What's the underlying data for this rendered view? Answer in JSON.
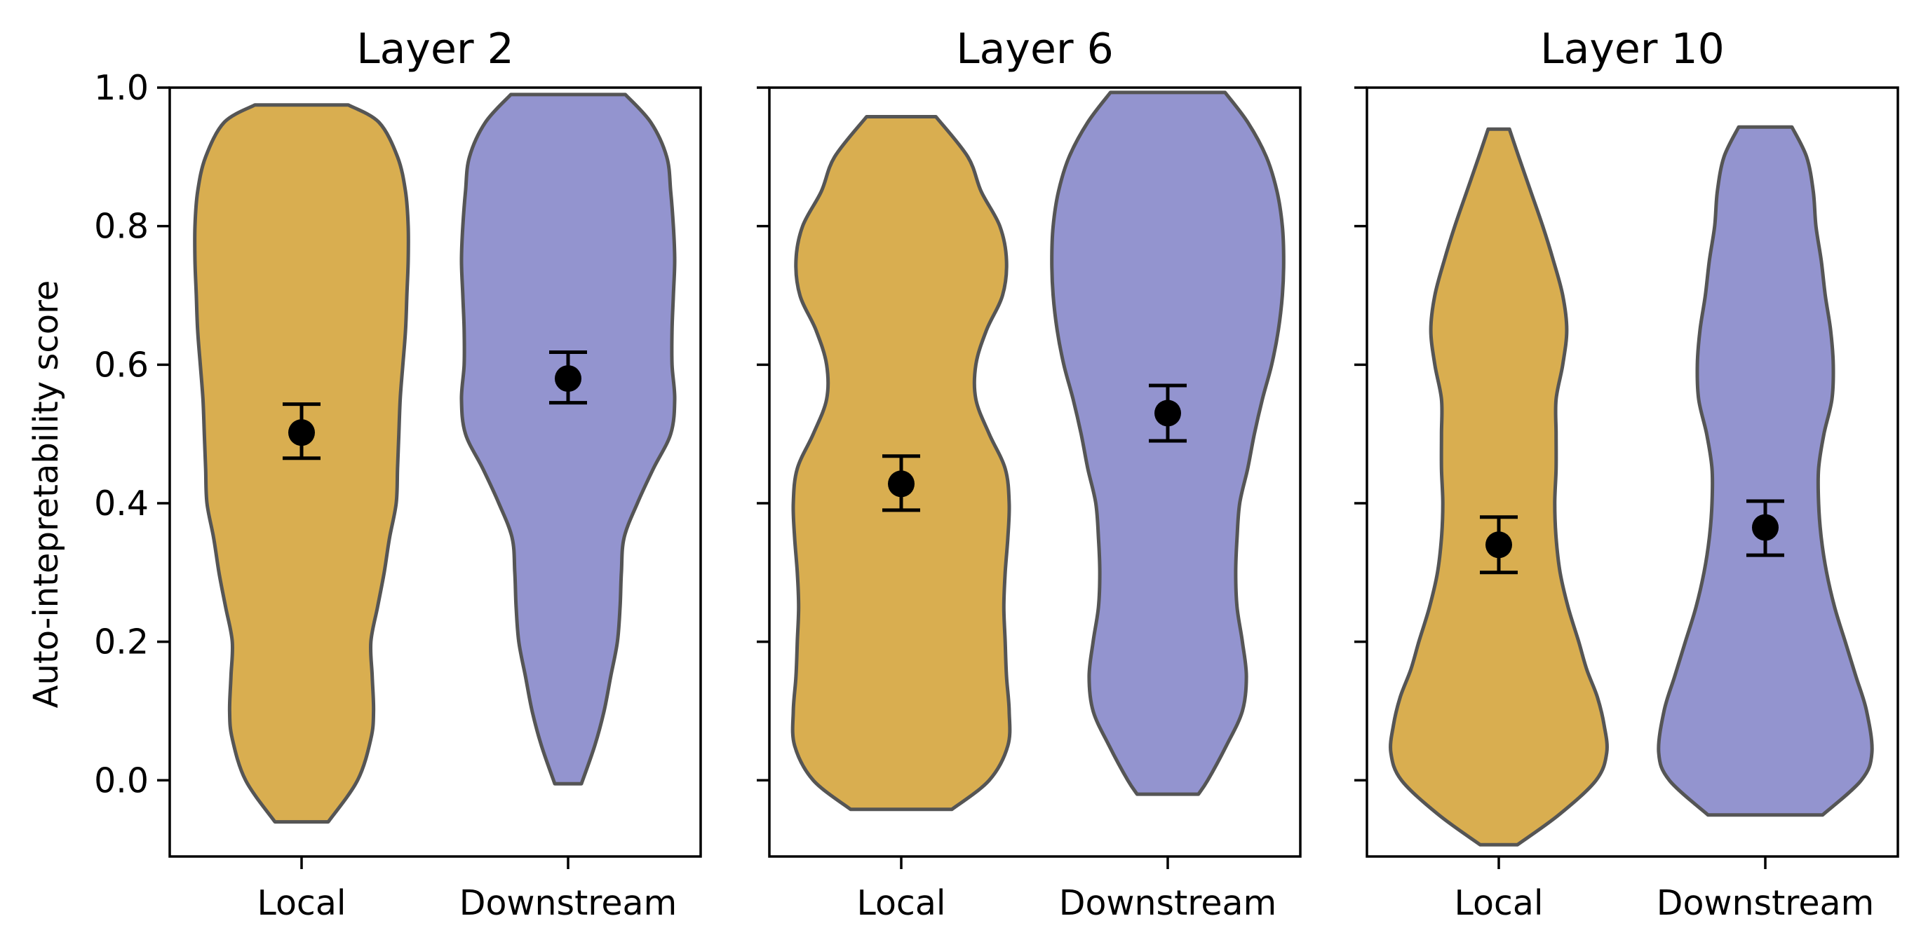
{
  "chart_data": {
    "type": "violin",
    "ylabel": "Auto-intepretability score",
    "ylim": [
      -0.11,
      1.0
    ],
    "yticks": [
      0.0,
      0.2,
      0.4,
      0.6,
      0.8,
      1.0
    ],
    "ytick_labels": [
      "0.0",
      "0.2",
      "0.4",
      "0.6",
      "0.8",
      "1.0"
    ],
    "categories": [
      "Local",
      "Downstream"
    ],
    "colors": {
      "Local": "#d9ae50",
      "Downstream": "#9394cf"
    },
    "grid": false,
    "panels": [
      {
        "title": "Layer 2",
        "violins": [
          {
            "category": "Local",
            "mean": 0.502,
            "ci_low": 0.465,
            "ci_high": 0.543,
            "min": -0.06,
            "max": 0.975,
            "width_profile": [
              [
                -0.06,
                0.2
              ],
              [
                0.0,
                0.42
              ],
              [
                0.06,
                0.52
              ],
              [
                0.1,
                0.54
              ],
              [
                0.15,
                0.53
              ],
              [
                0.2,
                0.52
              ],
              [
                0.25,
                0.57
              ],
              [
                0.3,
                0.62
              ],
              [
                0.35,
                0.66
              ],
              [
                0.4,
                0.71
              ],
              [
                0.45,
                0.72
              ],
              [
                0.5,
                0.73
              ],
              [
                0.55,
                0.74
              ],
              [
                0.6,
                0.76
              ],
              [
                0.65,
                0.78
              ],
              [
                0.7,
                0.79
              ],
              [
                0.75,
                0.8
              ],
              [
                0.8,
                0.8
              ],
              [
                0.85,
                0.78
              ],
              [
                0.9,
                0.72
              ],
              [
                0.95,
                0.58
              ],
              [
                0.975,
                0.35
              ]
            ]
          },
          {
            "category": "Downstream",
            "mean": 0.58,
            "ci_low": 0.545,
            "ci_high": 0.618,
            "min": -0.005,
            "max": 0.99,
            "width_profile": [
              [
                -0.005,
                0.1
              ],
              [
                0.05,
                0.2
              ],
              [
                0.1,
                0.27
              ],
              [
                0.15,
                0.32
              ],
              [
                0.2,
                0.37
              ],
              [
                0.25,
                0.39
              ],
              [
                0.3,
                0.4
              ],
              [
                0.35,
                0.42
              ],
              [
                0.4,
                0.52
              ],
              [
                0.45,
                0.64
              ],
              [
                0.5,
                0.77
              ],
              [
                0.55,
                0.8
              ],
              [
                0.6,
                0.78
              ],
              [
                0.65,
                0.78
              ],
              [
                0.7,
                0.79
              ],
              [
                0.75,
                0.8
              ],
              [
                0.8,
                0.79
              ],
              [
                0.85,
                0.77
              ],
              [
                0.9,
                0.74
              ],
              [
                0.95,
                0.62
              ],
              [
                0.99,
                0.43
              ]
            ]
          }
        ]
      },
      {
        "title": "Layer 6",
        "violins": [
          {
            "category": "Local",
            "mean": 0.428,
            "ci_low": 0.39,
            "ci_high": 0.468,
            "min": -0.042,
            "max": 0.958,
            "width_profile": [
              [
                -0.042,
                0.38
              ],
              [
                0.0,
                0.66
              ],
              [
                0.05,
                0.8
              ],
              [
                0.1,
                0.81
              ],
              [
                0.15,
                0.79
              ],
              [
                0.2,
                0.78
              ],
              [
                0.25,
                0.77
              ],
              [
                0.3,
                0.78
              ],
              [
                0.35,
                0.8
              ],
              [
                0.4,
                0.81
              ],
              [
                0.45,
                0.78
              ],
              [
                0.5,
                0.66
              ],
              [
                0.55,
                0.56
              ],
              [
                0.6,
                0.56
              ],
              [
                0.65,
                0.64
              ],
              [
                0.7,
                0.76
              ],
              [
                0.75,
                0.79
              ],
              [
                0.8,
                0.74
              ],
              [
                0.85,
                0.6
              ],
              [
                0.9,
                0.5
              ],
              [
                0.958,
                0.26
              ]
            ]
          },
          {
            "category": "Downstream",
            "mean": 0.53,
            "ci_low": 0.49,
            "ci_high": 0.57,
            "min": -0.02,
            "max": 0.993,
            "width_profile": [
              [
                -0.02,
                0.23
              ],
              [
                0.0,
                0.3
              ],
              [
                0.05,
                0.44
              ],
              [
                0.1,
                0.56
              ],
              [
                0.15,
                0.59
              ],
              [
                0.2,
                0.56
              ],
              [
                0.25,
                0.52
              ],
              [
                0.3,
                0.51
              ],
              [
                0.35,
                0.52
              ],
              [
                0.4,
                0.54
              ],
              [
                0.45,
                0.6
              ],
              [
                0.5,
                0.65
              ],
              [
                0.55,
                0.71
              ],
              [
                0.6,
                0.78
              ],
              [
                0.65,
                0.83
              ],
              [
                0.7,
                0.86
              ],
              [
                0.75,
                0.87
              ],
              [
                0.8,
                0.86
              ],
              [
                0.85,
                0.82
              ],
              [
                0.9,
                0.74
              ],
              [
                0.95,
                0.6
              ],
              [
                0.993,
                0.43
              ]
            ]
          }
        ]
      },
      {
        "title": "Layer 10",
        "violins": [
          {
            "category": "Local",
            "mean": 0.34,
            "ci_low": 0.3,
            "ci_high": 0.38,
            "min": -0.093,
            "max": 0.94,
            "width_profile": [
              [
                -0.093,
                0.14
              ],
              [
                -0.05,
                0.45
              ],
              [
                0.0,
                0.73
              ],
              [
                0.04,
                0.81
              ],
              [
                0.08,
                0.79
              ],
              [
                0.12,
                0.74
              ],
              [
                0.16,
                0.66
              ],
              [
                0.2,
                0.6
              ],
              [
                0.25,
                0.52
              ],
              [
                0.3,
                0.46
              ],
              [
                0.35,
                0.43
              ],
              [
                0.4,
                0.42
              ],
              [
                0.45,
                0.43
              ],
              [
                0.5,
                0.43
              ],
              [
                0.55,
                0.43
              ],
              [
                0.6,
                0.48
              ],
              [
                0.65,
                0.51
              ],
              [
                0.7,
                0.48
              ],
              [
                0.75,
                0.41
              ],
              [
                0.8,
                0.33
              ],
              [
                0.85,
                0.24
              ],
              [
                0.9,
                0.15
              ],
              [
                0.94,
                0.08
              ]
            ]
          },
          {
            "category": "Downstream",
            "mean": 0.365,
            "ci_low": 0.325,
            "ci_high": 0.403,
            "min": -0.05,
            "max": 0.943,
            "width_profile": [
              [
                -0.05,
                0.43
              ],
              [
                0.0,
                0.72
              ],
              [
                0.04,
                0.8
              ],
              [
                0.1,
                0.76
              ],
              [
                0.15,
                0.68
              ],
              [
                0.2,
                0.6
              ],
              [
                0.25,
                0.52
              ],
              [
                0.3,
                0.46
              ],
              [
                0.35,
                0.42
              ],
              [
                0.4,
                0.4
              ],
              [
                0.45,
                0.4
              ],
              [
                0.5,
                0.44
              ],
              [
                0.55,
                0.5
              ],
              [
                0.6,
                0.51
              ],
              [
                0.65,
                0.49
              ],
              [
                0.7,
                0.45
              ],
              [
                0.75,
                0.42
              ],
              [
                0.8,
                0.38
              ],
              [
                0.85,
                0.36
              ],
              [
                0.9,
                0.31
              ],
              [
                0.943,
                0.2
              ]
            ]
          }
        ]
      }
    ]
  }
}
